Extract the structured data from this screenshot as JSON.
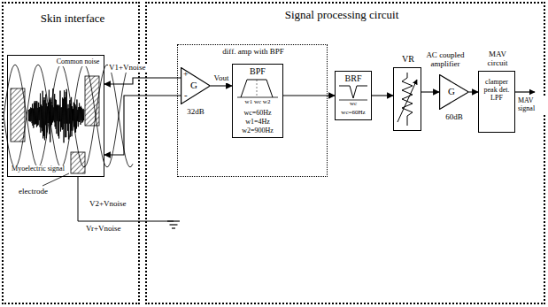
{
  "diagram": {
    "nodes": [
      {
        "text": [
          "Skin interface"
        ]
      },
      {
        "text": [
          "Common noise",
          "Myoelectric signal"
        ],
        "in": 0
      },
      {
        "text": [
          "Signal processing circuit"
        ]
      },
      {
        "text": [
          "diff. amp with BPF"
        ],
        "in": 2
      },
      {
        "text": [
          "G",
          "32dB"
        ],
        "in": 3
      },
      {
        "text": [
          "BPF",
          "w1 wc w2",
          "wc=60Hz",
          "w1=4Hz",
          "w2=900Hz"
        ],
        "in": 3
      },
      {
        "text": [
          "BRF",
          "wc",
          "wc=60Hz"
        ],
        "in": 2
      },
      {
        "text": [
          "VR"
        ],
        "in": 2
      },
      {
        "text": [
          "AC coupled amplifier",
          "G",
          "60dB"
        ],
        "in": 2
      },
      {
        "text": [
          "MAV circuit",
          "clamper peak det. LPF"
        ],
        "in": 2
      }
    ],
    "edges": [
      {
        "from": 4,
        "to": 1,
        "arrow": "to"
      },
      {
        "from": 4,
        "to": 1,
        "arrow": "to"
      },
      {
        "from": 4,
        "to": 5,
        "arrow": "to",
        "label": "Vout"
      },
      {
        "from": 5,
        "to": 6,
        "arrow": "to"
      },
      {
        "from": 6,
        "to": 7,
        "arrow": "to"
      },
      {
        "from": 7,
        "to": 8,
        "arrow": "to"
      },
      {
        "from": 8,
        "to": 9,
        "arrow": "to"
      }
    ],
    "labels": [
      "V1+Vnoise",
      "V2+Vnoise",
      "Vr+Vnoise",
      "electrode",
      "+",
      "-",
      "MAV signal"
    ]
  }
}
